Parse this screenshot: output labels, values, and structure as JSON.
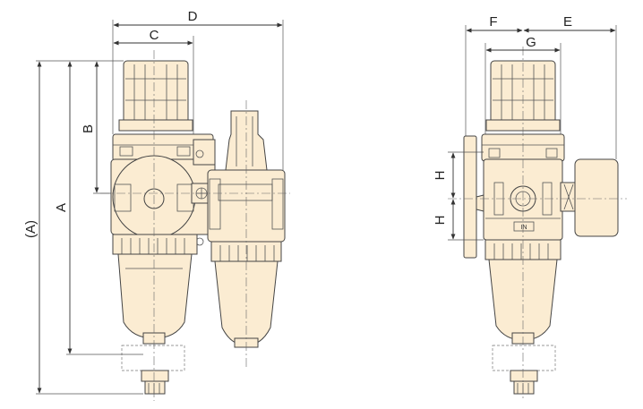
{
  "colors": {
    "body_fill": "#fbecd2",
    "outline": "#444444",
    "background": "#ffffff"
  },
  "dimensions": {
    "a_paren": "(A)",
    "a": "A",
    "b": "B",
    "c": "C",
    "d": "D",
    "e": "E",
    "f": "F",
    "g": "G",
    "h_upper": "H",
    "h_lower": "H"
  },
  "marking": {
    "in_label": "IN"
  }
}
